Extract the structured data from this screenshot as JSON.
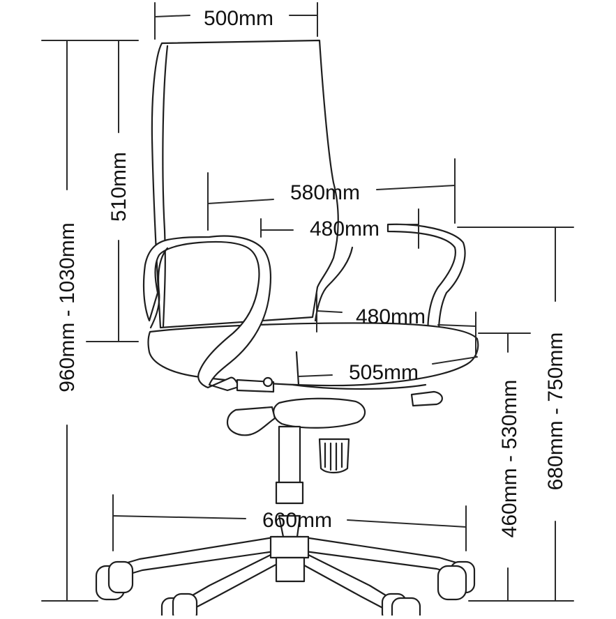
{
  "diagram": {
    "subject": "office chair dimension drawing",
    "colors": {
      "line": "#1e1e1e",
      "text": "#111111",
      "background": "#ffffff"
    },
    "dimensions": {
      "backrest_width": "500mm",
      "overall_width_arms": "580mm",
      "inner_width_arms": "480mm",
      "seat_width": "480mm",
      "seat_depth": "505mm",
      "base_diameter": "660mm",
      "backrest_height": "510mm",
      "overall_height": "960mm - 1030mm",
      "seat_height": "460mm - 530mm",
      "arm_height": "680mm - 750mm"
    }
  }
}
